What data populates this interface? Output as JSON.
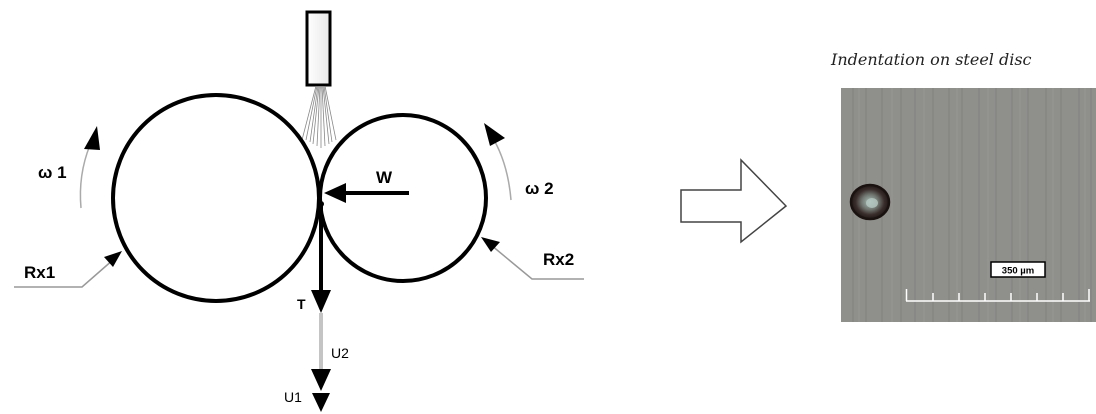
{
  "diagram": {
    "labels": {
      "omega1": "ω 1",
      "omega2": "ω 2",
      "load": "W",
      "rx1": "Rx1",
      "rx2": "Rx2",
      "traction": "T",
      "u2": "U2",
      "u1": "U1"
    }
  },
  "micrograph": {
    "caption": "Indentation on steel disc",
    "scale_label": "350 µm"
  },
  "colors": {
    "line": "#000000",
    "leader": "#999999",
    "micrograph_bg": "#8f8f8c",
    "block_arrow_stroke": "#444444"
  }
}
